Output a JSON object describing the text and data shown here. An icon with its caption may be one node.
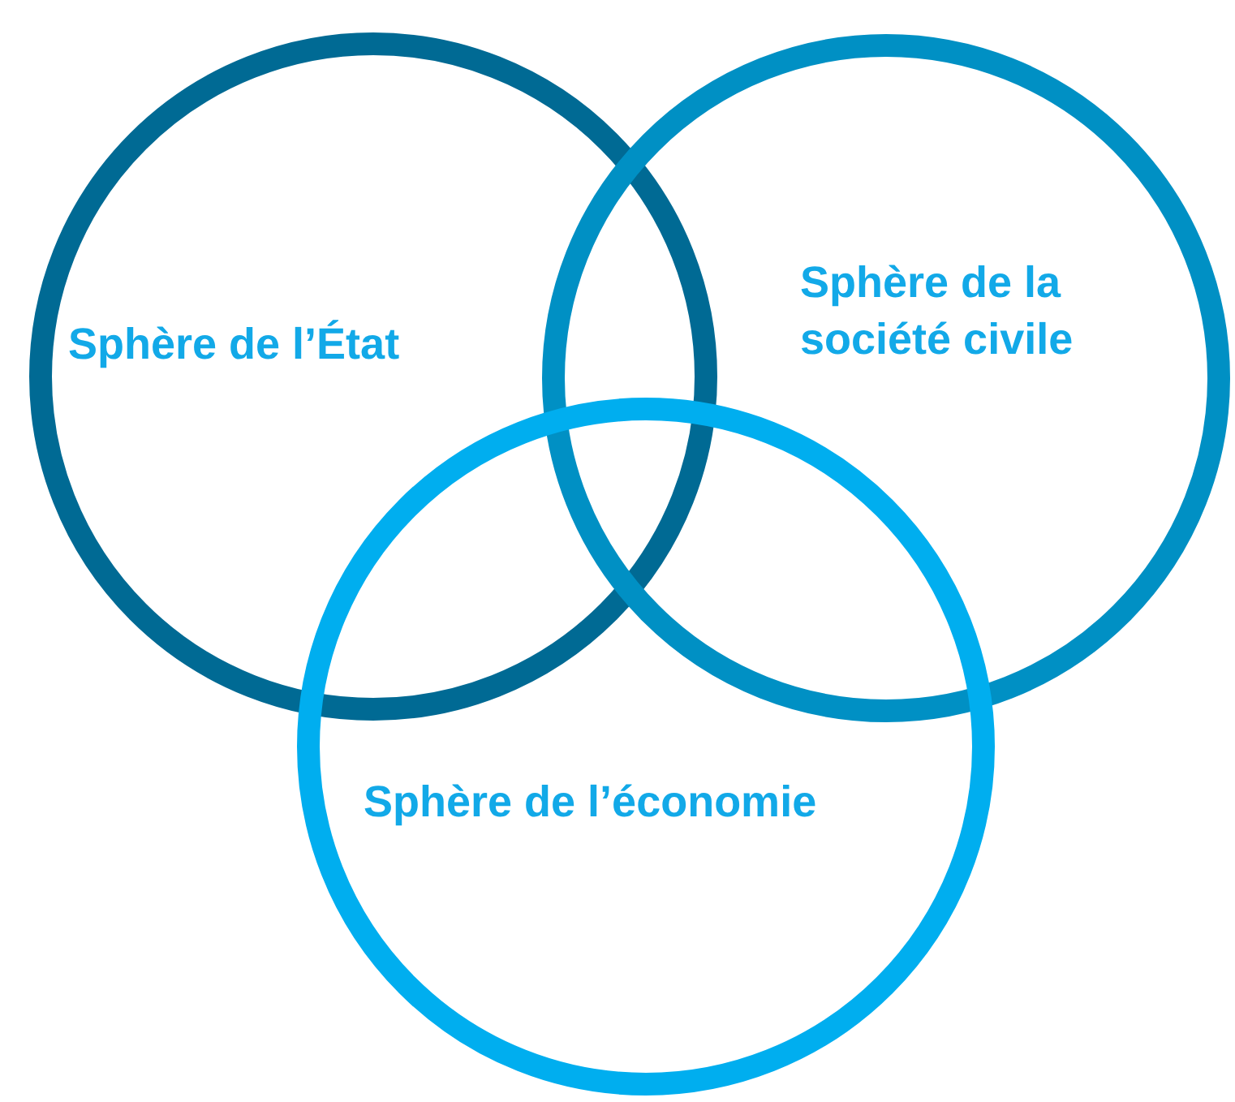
{
  "diagram": {
    "nodes": [
      {
        "text": [
          "Sphère de l’État"
        ]
      },
      {
        "text": [
          "Sphère de la société civile"
        ]
      },
      {
        "text": [
          "Sphère de l’économie"
        ]
      }
    ],
    "edges": []
  }
}
